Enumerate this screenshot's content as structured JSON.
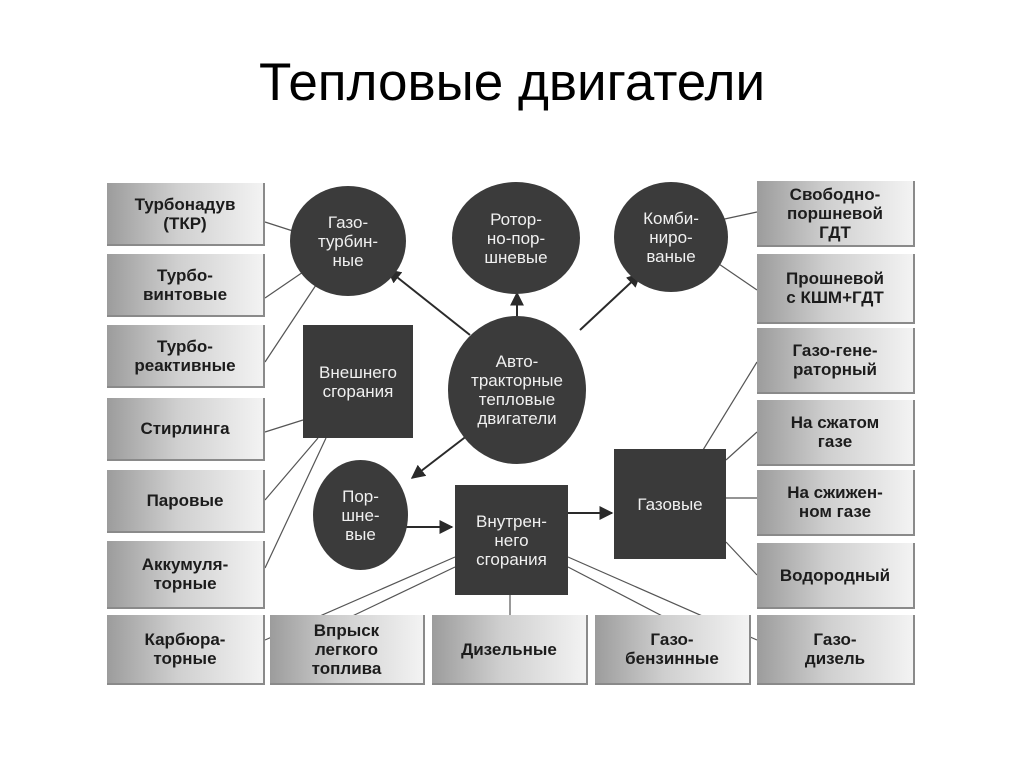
{
  "title": "Тепловые двигатели",
  "center": "Авто-\nтракторные\nтепловые\nдвигатели",
  "circles": {
    "gas_turbine": "Газо-\nтурбин-\nные",
    "rotary_piston": "Ротор-\nно-пор-\nшневые",
    "combined": "Комби-\nниро-\nваные",
    "piston": "Пор-\nшне-\nвые"
  },
  "squares": {
    "external": "Внешнего\nсгорания",
    "internal": "Внутрен-\nнего\nсгорания",
    "gas": "Газовые"
  },
  "left_boxes": [
    "Турбонадув\n(ТКР)",
    "Турбо-\nвинтовые",
    "Турбо-\nреактивные",
    "Стирлинга",
    "Паровые",
    "Аккумуля-\nторные",
    "Карбюра-\nторные"
  ],
  "right_boxes": [
    "Свободно-\nпоршневой\nГДТ",
    "Прошневой\nс КШМ+ГДТ",
    "Газо-гене-\nраторный",
    "На сжатом\nгазе",
    "На сжижен-\nном газе",
    "Водородный",
    "Газо-\nдизель"
  ],
  "bottom_boxes": [
    "Впрыск\nлегкого\nтоплива",
    "Дизельные",
    "Газо-\nбензинные"
  ]
}
